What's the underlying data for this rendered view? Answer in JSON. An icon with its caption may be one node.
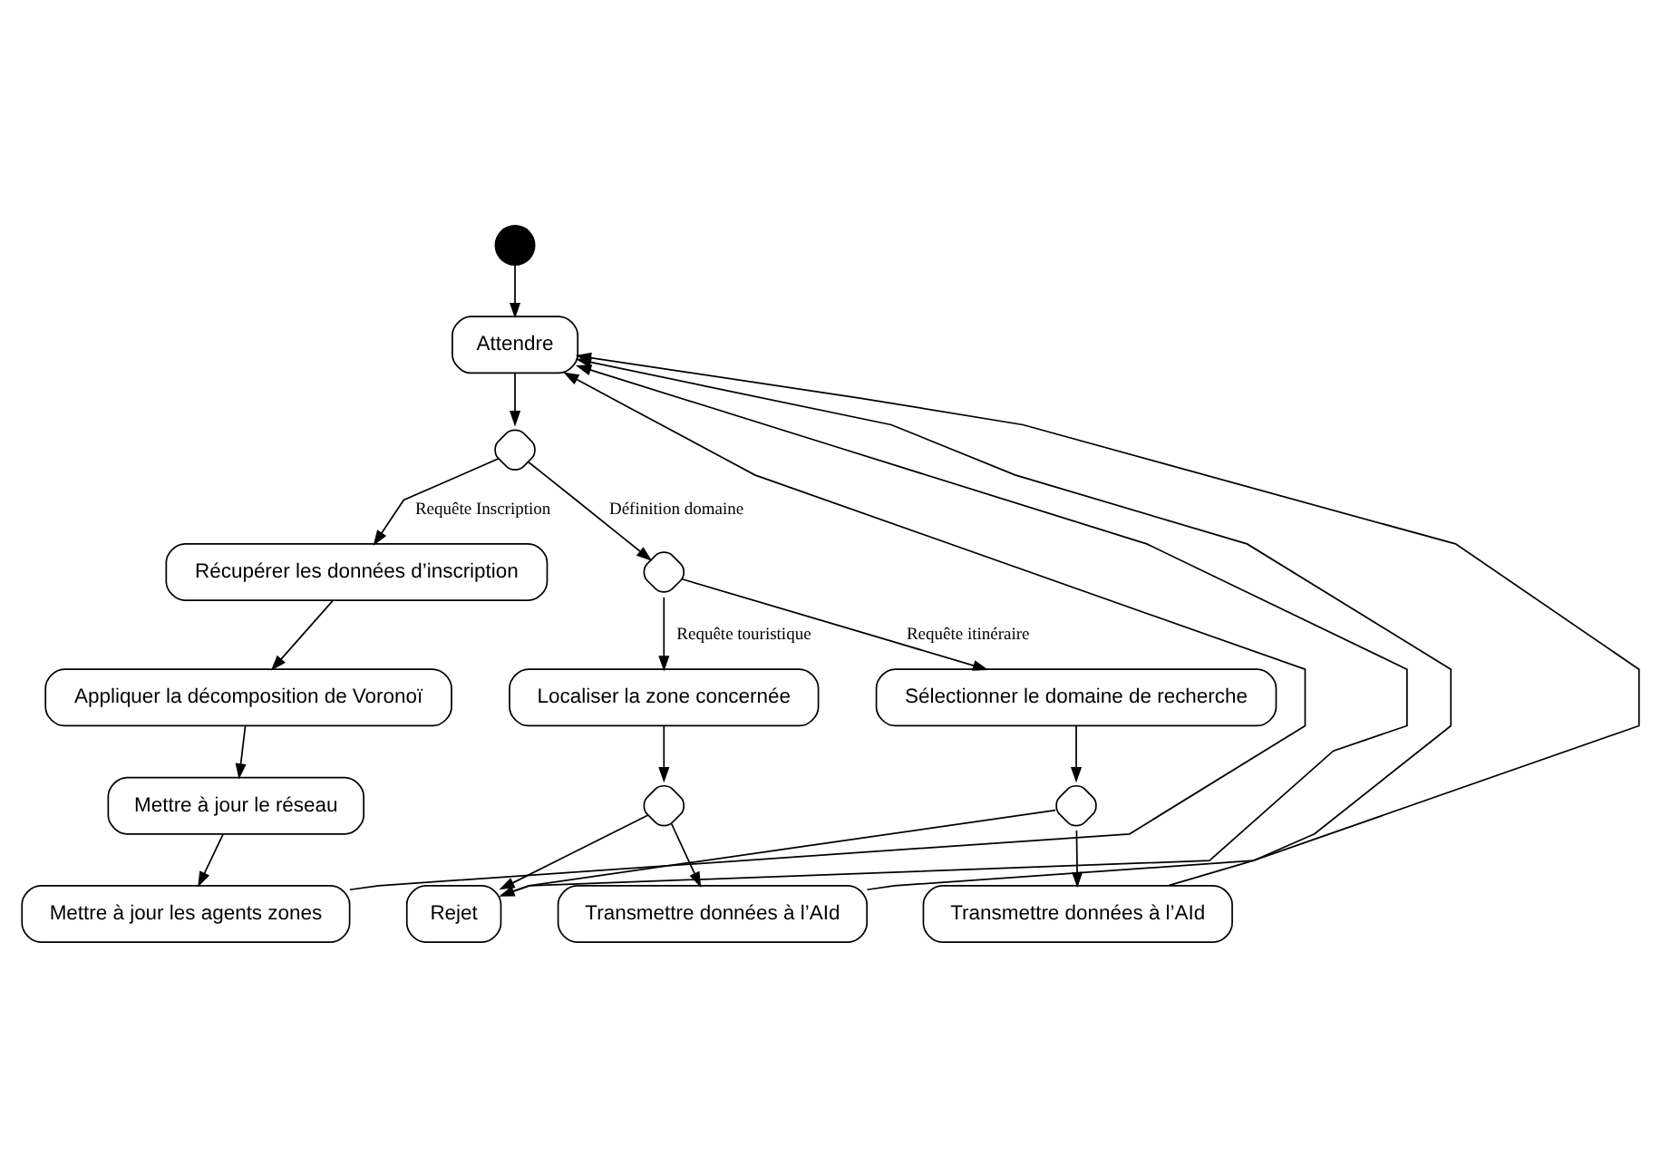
{
  "diagram": {
    "nodes": [
      {
        "text": [],
        "shape": "circle"
      },
      {
        "text": [
          "Attendre"
        ]
      },
      {
        "text": [],
        "shape": "diamond"
      },
      {
        "text": [
          "Récupérer les données d’inscription"
        ]
      },
      {
        "text": [
          "Appliquer la décomposition de Voronoï"
        ]
      },
      {
        "text": [
          "Mettre à jour le réseau"
        ]
      },
      {
        "text": [
          "Mettre à jour les agents zones"
        ]
      },
      {
        "text": [],
        "shape": "diamond"
      },
      {
        "text": [
          "Localiser la zone concernée"
        ]
      },
      {
        "text": [
          "Sélectionner le domaine de recherche"
        ]
      },
      {
        "text": [],
        "shape": "diamond"
      },
      {
        "text": [
          "Rejet"
        ]
      },
      {
        "text": [],
        "shape": "diamond"
      },
      {
        "text": [
          "Transmettre données à l’AId"
        ]
      },
      {
        "text": [
          "Transmettre données à l’AId"
        ]
      }
    ],
    "edges": [
      {
        "from": 0,
        "to": 1,
        "arrow": "to"
      },
      {
        "from": 1,
        "to": 2,
        "arrow": "to"
      },
      {
        "from": 2,
        "to": 3,
        "arrow": "to",
        "label": "Requête Inscription"
      },
      {
        "from": 2,
        "to": 7,
        "arrow": "to",
        "label": "Définition domaine"
      },
      {
        "from": 3,
        "to": 4,
        "arrow": "to"
      },
      {
        "from": 4,
        "to": 5,
        "arrow": "to"
      },
      {
        "from": 5,
        "to": 6,
        "arrow": "to"
      },
      {
        "from": 6,
        "to": 1,
        "arrow": "to"
      },
      {
        "from": 7,
        "to": 8,
        "arrow": "to",
        "label": "Requête touristique"
      },
      {
        "from": 7,
        "to": 9,
        "arrow": "to",
        "label": "Requête itinéraire"
      },
      {
        "from": 8,
        "to": 10,
        "arrow": "to"
      },
      {
        "from": 10,
        "to": 11,
        "arrow": "to"
      },
      {
        "from": 10,
        "to": 14,
        "arrow": "to"
      },
      {
        "from": 9,
        "to": 12,
        "arrow": "to"
      },
      {
        "from": 12,
        "to": 11,
        "arrow": "to"
      },
      {
        "from": 12,
        "to": 13,
        "arrow": "to"
      },
      {
        "from": 13,
        "to": 1,
        "arrow": "to"
      },
      {
        "from": 14,
        "to": 1,
        "arrow": "to"
      },
      {
        "from": 11,
        "to": 1,
        "arrow": "to"
      }
    ]
  }
}
